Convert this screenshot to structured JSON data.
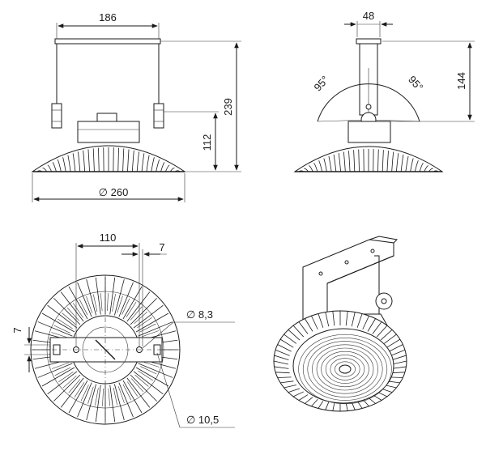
{
  "front_view": {
    "width_label": "186",
    "height_total_label": "239",
    "height_body_label": "112",
    "diameter_label": "∅ 260"
  },
  "side_view": {
    "bracket_width_label": "48",
    "height_label": "144",
    "angle_left_label": "95°",
    "angle_right_label": "95°"
  },
  "bottom_view": {
    "spacing_label": "110",
    "slot_label": "7",
    "slot_vertical_label": "7",
    "hole_small_label": "∅ 8,3",
    "hole_large_label": "∅ 10,5"
  },
  "iso_view": {},
  "colors": {
    "line": "#1a1a1a",
    "background": "#ffffff"
  }
}
